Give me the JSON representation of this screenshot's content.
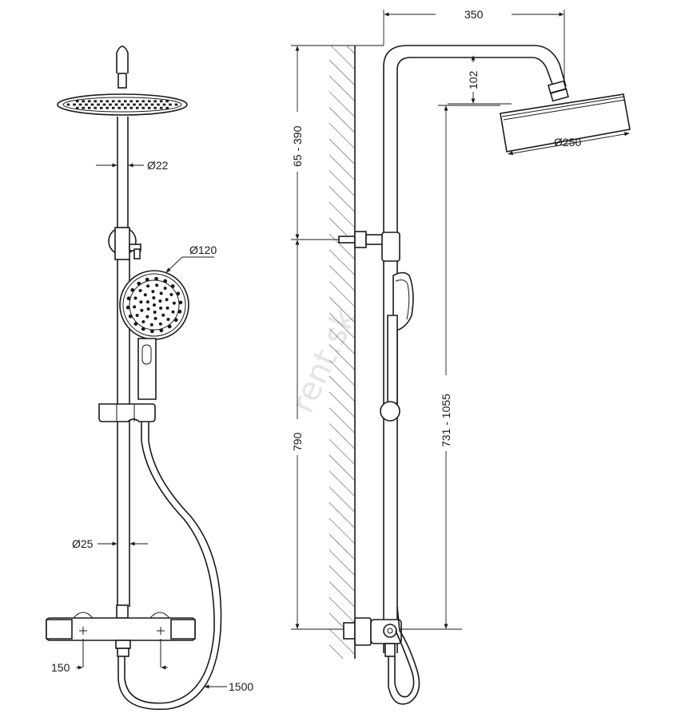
{
  "front_view": {
    "dim_arm_diameter": "Ø22",
    "dim_handshower_diameter": "Ø120",
    "dim_rail_diameter": "Ø25",
    "dim_inlet_spacing": "150",
    "dim_hose_length": "1500"
  },
  "side_view": {
    "dim_arm_reach": "350",
    "dim_arm_drop": "102",
    "dim_head_diameter": "Ø250",
    "dim_upper_range": "65 - 390",
    "dim_lower_height": "790",
    "dim_head_height_range": "731 - 1055"
  },
  "watermark": "rent.sk"
}
